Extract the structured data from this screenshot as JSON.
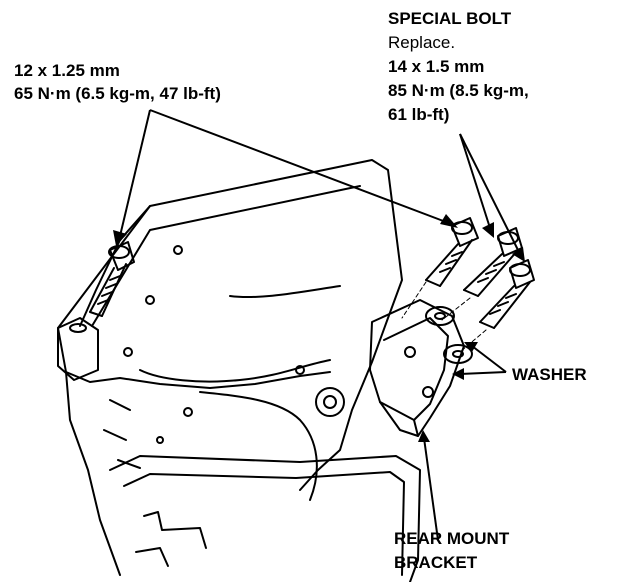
{
  "callouts": {
    "left_bolt": {
      "size": "12 x 1.25 mm",
      "torque": "65 N·m (6.5 kg-m, 47 lb-ft)"
    },
    "special_bolt": {
      "title": "SPECIAL BOLT",
      "note": "Replace.",
      "size": "14 x 1.5 mm",
      "torque_line1": "85 N·m (8.5 kg-m,",
      "torque_line2": "61 lb-ft)"
    },
    "washer": "WASHER",
    "rear_mount_bracket_line1": "REAR MOUNT",
    "rear_mount_bracket_line2": "BRACKET"
  }
}
